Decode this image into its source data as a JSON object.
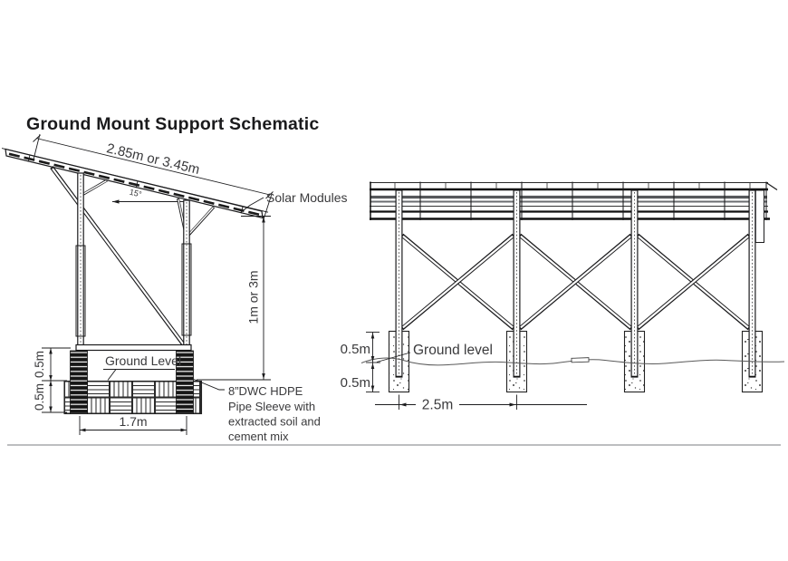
{
  "title": "Ground Mount Support Schematic",
  "side_view": {
    "panel_length": "2.85m or 3.45m",
    "tilt_angle": "15°",
    "solar_modules_label": "Solar Modules",
    "clearance_height": "1m or 3m",
    "ground_label": "Ground Level",
    "embed_upper": "0.5m",
    "embed_lower": "0.5m",
    "post_spacing": "1.7m",
    "pipe_note": {
      "line1": "8”DWC HDPE",
      "line2": "Pipe Sleeve with",
      "line3": "extracted soil and",
      "line4": "cement mix"
    }
  },
  "front_view": {
    "ground_label": "Ground level",
    "embed_upper": "0.5m",
    "embed_lower": "0.5m",
    "post_spacing": "2.5m"
  },
  "colors": {
    "ink": "#1c1c1e",
    "gray_rail": "#55575a",
    "text": "#3a3a3c",
    "separator": "#a7a9ac"
  }
}
